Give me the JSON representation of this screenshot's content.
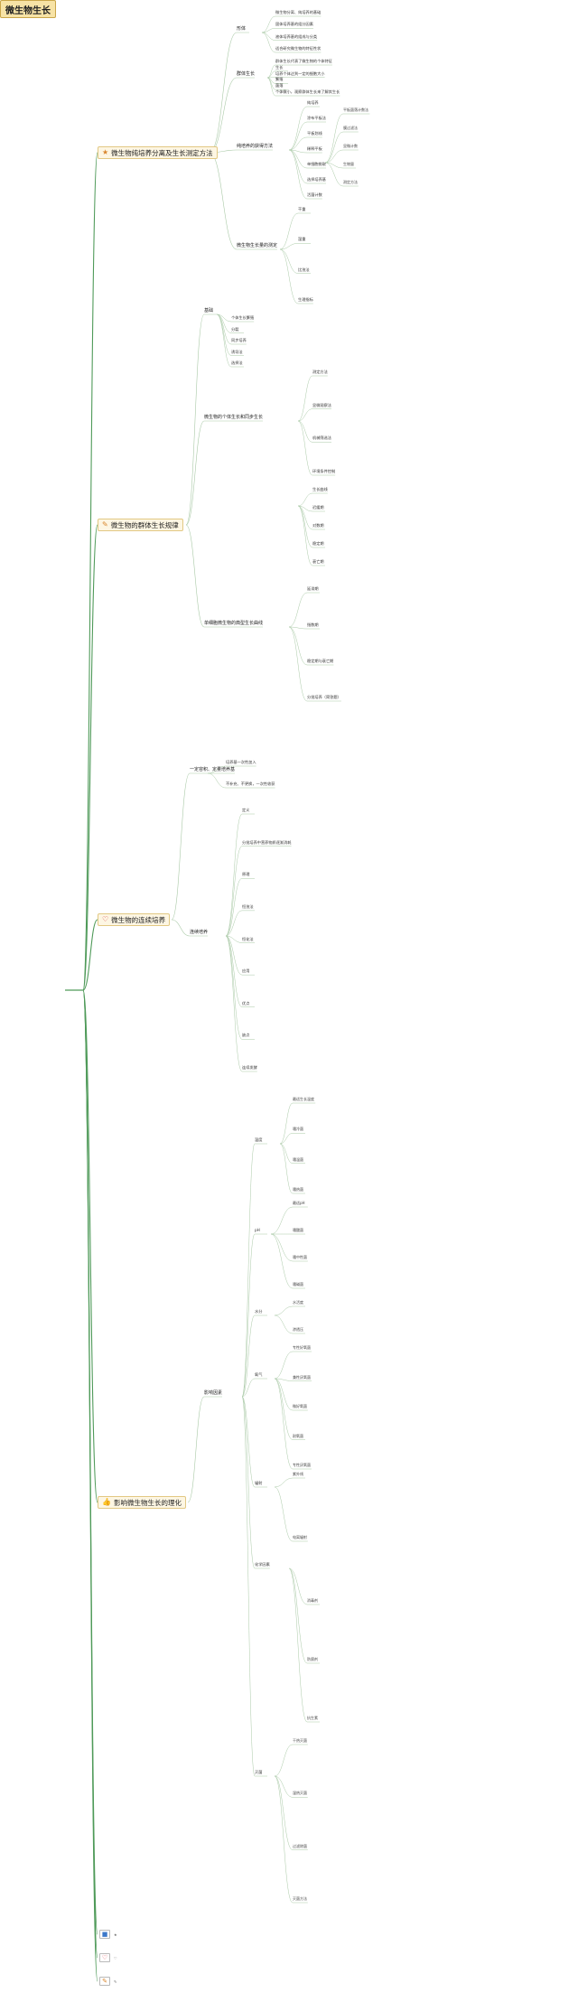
{
  "colors": {
    "accent": "#f7e3a6",
    "branch_line": "#4f9a59",
    "leaf_line": "#a9c9a6",
    "orange": "#d9862d",
    "red": "#d8434b",
    "blue": "#3c78c9"
  },
  "root": {
    "label": "微生物生长"
  },
  "branches": [
    {
      "label": "微生物纯培养分离及生长测定方法",
      "icon": "star-icon"
    },
    {
      "label": "微生物的群体生长规律",
      "icon": "note-icon"
    },
    {
      "label": "微生物的连续培养",
      "icon": "heart-icon"
    },
    {
      "label": "影响微生物生长的理化",
      "icon": "thumbs-up-icon"
    }
  ],
  "extra_icons": [
    {
      "icon": "blue-square-icon",
      "label": "★"
    },
    {
      "icon": "heart-outline-icon",
      "label": "♡"
    },
    {
      "icon": "note-small-icon",
      "label": "✎"
    }
  ],
  "b1": [
    {
      "label": "形体"
    },
    {
      "label": "微生物分离、纯培养的基础"
    },
    {
      "label": "固体培养基的组分因素"
    },
    {
      "label": "液体培养基的组成与分类"
    },
    {
      "label": "适合研究微生物的特征性状"
    },
    {
      "label": "群体生长"
    },
    {
      "label": "群体生长代表了微生物的个体特征"
    },
    {
      "label": "生长"
    },
    {
      "label": "培养个体达到一定的细胞大小"
    },
    {
      "label": "繁殖"
    },
    {
      "label": "菌落"
    },
    {
      "label": "个体微小，观察群体生长来了解其生长"
    },
    {
      "label": "纯培养的获得方法"
    },
    {
      "label": "纯培养"
    },
    {
      "label": "涂布平板法"
    },
    {
      "label": "平板划线"
    },
    {
      "label": "稀释平板"
    },
    {
      "label": "单细胞挑取"
    },
    {
      "label": "选择培养基"
    },
    {
      "label": "活菌计数"
    },
    {
      "label": "平板菌落计数法"
    },
    {
      "label": "膜过滤法"
    },
    {
      "label": "显微计数"
    },
    {
      "label": "生物量"
    },
    {
      "label": "测定方法"
    },
    {
      "label": "微生物生长量的测定"
    },
    {
      "label": "干重"
    },
    {
      "label": "湿重"
    },
    {
      "label": "比浊法"
    },
    {
      "label": "生理指标"
    }
  ],
  "b2": [
    {
      "label": "基础"
    },
    {
      "label": "个体生长繁殖"
    },
    {
      "label": "分裂"
    },
    {
      "label": "同步培养"
    },
    {
      "label": "诱导法"
    },
    {
      "label": "选择法"
    },
    {
      "label": "微生物的个体生长和同步生长"
    },
    {
      "label": "测定方法"
    },
    {
      "label": "显微观察法"
    },
    {
      "label": "机械筛选法"
    },
    {
      "label": "环境条件控制"
    },
    {
      "label": "生长曲线"
    },
    {
      "label": "迟缓期"
    },
    {
      "label": "对数期"
    },
    {
      "label": "稳定期"
    },
    {
      "label": "衰亡期"
    },
    {
      "label": "单细胞微生物的典型生长曲线"
    },
    {
      "label": "延滞期"
    },
    {
      "label": "指数期"
    },
    {
      "label": "稳定期与衰亡期"
    },
    {
      "label": "分批培养（简答题）"
    }
  ],
  "b3": [
    {
      "label": "一定容积、定量培养基"
    },
    {
      "label": "培养基一次性加入"
    },
    {
      "label": "不补充、不更换，一次性收获"
    },
    {
      "label": "连续培养"
    },
    {
      "label": "定义"
    },
    {
      "label": "分批培养中营养物质逐渐消耗"
    },
    {
      "label": "原理"
    },
    {
      "label": "恒浊法"
    },
    {
      "label": "恒化法"
    },
    {
      "label": "应用"
    },
    {
      "label": "优点"
    },
    {
      "label": "缺点"
    },
    {
      "label": "连续发酵"
    }
  ],
  "b4": [
    {
      "label": "影响因素"
    },
    {
      "label": "温度"
    },
    {
      "label": "最适生长温度"
    },
    {
      "label": "嗜冷菌"
    },
    {
      "label": "嗜温菌"
    },
    {
      "label": "嗜热菌"
    },
    {
      "label": "pH"
    },
    {
      "label": "最适pH"
    },
    {
      "label": "嗜酸菌"
    },
    {
      "label": "嗜中性菌"
    },
    {
      "label": "嗜碱菌"
    },
    {
      "label": "水分"
    },
    {
      "label": "水活度"
    },
    {
      "label": "渗透压"
    },
    {
      "label": "氧气"
    },
    {
      "label": "专性好氧菌"
    },
    {
      "label": "兼性厌氧菌"
    },
    {
      "label": "微好氧菌"
    },
    {
      "label": "耐氧菌"
    },
    {
      "label": "专性厌氧菌"
    },
    {
      "label": "辐射"
    },
    {
      "label": "紫外线"
    },
    {
      "label": "电离辐射"
    },
    {
      "label": "化学因素"
    },
    {
      "label": "消毒剂"
    },
    {
      "label": "防腐剂"
    },
    {
      "label": "抗生素"
    },
    {
      "label": "灭菌"
    },
    {
      "label": "干热灭菌"
    },
    {
      "label": "湿热灭菌"
    },
    {
      "label": "过滤除菌"
    },
    {
      "label": "灭菌方法"
    }
  ]
}
